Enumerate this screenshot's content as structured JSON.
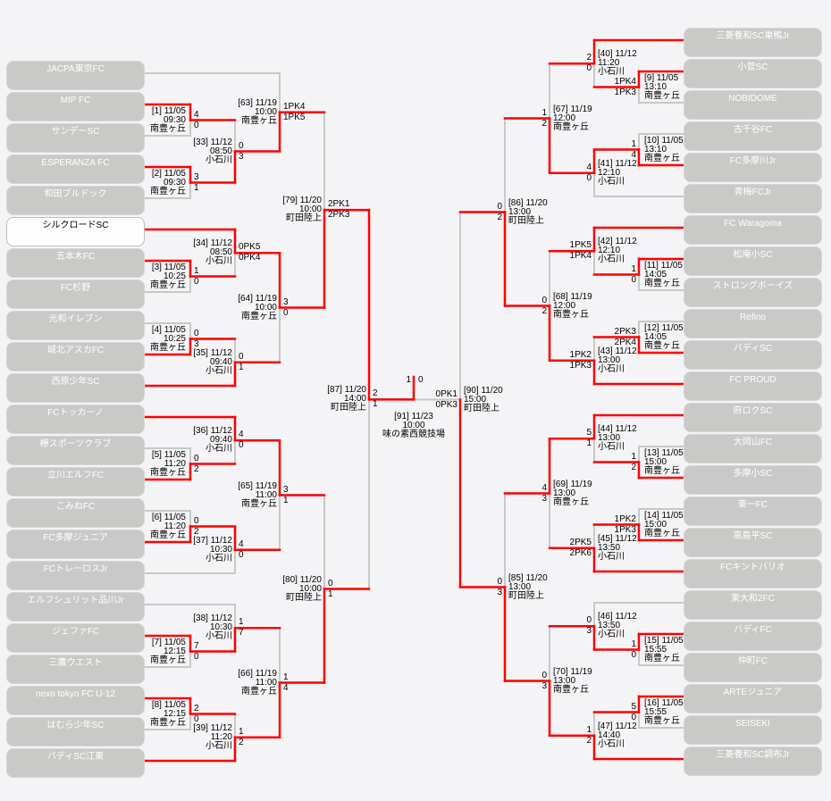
{
  "colors": {
    "winner_line": "#ff0000",
    "loser_line": "#c8c8c8",
    "team_box": "#c9c9c7",
    "highlight_box": "#fdfdfd"
  },
  "teams_left": [
    {
      "name": "JACPA東京FC"
    },
    {
      "name": "MIP FC"
    },
    {
      "name": "サンデーSC"
    },
    {
      "name": "ESPERANZA FC"
    },
    {
      "name": "和田ブルドック"
    },
    {
      "name": "シルクロードSC",
      "highlighted": true
    },
    {
      "name": "五本木FC"
    },
    {
      "name": "FC杉野"
    },
    {
      "name": "光和イレブン"
    },
    {
      "name": "城北アスカFC"
    },
    {
      "name": "西原少年SC"
    },
    {
      "name": "FCトッカーノ"
    },
    {
      "name": "欅スポーツクラブ"
    },
    {
      "name": "立川エルフFC"
    },
    {
      "name": "こみねFC"
    },
    {
      "name": "FC多摩ジュニア"
    },
    {
      "name": "FCトレーロスJr"
    },
    {
      "name": "エルフシュリット品川Jr"
    },
    {
      "name": "ジェファFC"
    },
    {
      "name": "三鷹ウエスト"
    },
    {
      "name": "nexo tokyo FC U-12"
    },
    {
      "name": "はむら少年SC"
    },
    {
      "name": "バディSC江東"
    }
  ],
  "teams_right": [
    {
      "name": "三菱養和SC巣鴨Jr"
    },
    {
      "name": "小菅SC"
    },
    {
      "name": "NOBIDOME"
    },
    {
      "name": "古千谷FC"
    },
    {
      "name": "FC多摩川Jr"
    },
    {
      "name": "青梅FCJr"
    },
    {
      "name": "FC Waragoma"
    },
    {
      "name": "松庵小SC"
    },
    {
      "name": "ストロングボーイズ"
    },
    {
      "name": "Refino"
    },
    {
      "name": "バディSC"
    },
    {
      "name": "FC PROUD"
    },
    {
      "name": "府ロクSC"
    },
    {
      "name": "大岡山FC"
    },
    {
      "name": "多摩小SC"
    },
    {
      "name": "東一FC"
    },
    {
      "name": "高島平SC"
    },
    {
      "name": "FCキントバリオ"
    },
    {
      "name": "東大和2FC"
    },
    {
      "name": "バディFC"
    },
    {
      "name": "仲町FC"
    },
    {
      "name": "ARTEジュニア"
    },
    {
      "name": "SEISEKI"
    },
    {
      "name": "三菱養和SC調布Jr"
    }
  ],
  "matches": [
    {
      "id": "1",
      "side": "left",
      "round": 1,
      "top": "t1",
      "bottom": "t2",
      "date": "11/05",
      "time": "09:30",
      "venue": "南豊ヶ丘",
      "score_top": "4",
      "score_bottom": "0",
      "winner": "top"
    },
    {
      "id": "2",
      "side": "left",
      "round": 1,
      "top": "t3",
      "bottom": "t4",
      "date": "11/05",
      "time": "09:30",
      "venue": "南豊ヶ丘",
      "score_top": "3",
      "score_bottom": "1",
      "winner": "top"
    },
    {
      "id": "33",
      "side": "left",
      "round": 2,
      "top": "m1",
      "bottom": "m2",
      "date": "11/12",
      "time": "08:50",
      "venue": "小石川",
      "score_top": "0",
      "score_bottom": "3",
      "winner": "bottom"
    },
    {
      "id": "63",
      "side": "left",
      "round": 3,
      "top": "t0",
      "bottom": "m33",
      "date": "11/19",
      "time": "10:00",
      "venue": "南豊ヶ丘",
      "score_top": "1PK4",
      "score_bottom": "1PK5",
      "winner": "bottom"
    },
    {
      "id": "3",
      "side": "left",
      "round": 1,
      "top": "t6",
      "bottom": "t7",
      "date": "11/05",
      "time": "10:25",
      "venue": "南豊ヶ丘",
      "score_top": "1",
      "score_bottom": "0",
      "winner": "top"
    },
    {
      "id": "34",
      "side": "left",
      "round": 2,
      "top": "t5",
      "bottom": "m3",
      "date": "11/12",
      "time": "08:50",
      "venue": "小石川",
      "score_top": "0PK5",
      "score_bottom": "0PK4",
      "winner": "top"
    },
    {
      "id": "4",
      "side": "left",
      "round": 1,
      "top": "t8",
      "bottom": "t9",
      "date": "11/05",
      "time": "10:25",
      "venue": "南豊ヶ丘",
      "score_top": "0",
      "score_bottom": "3",
      "winner": "bottom"
    },
    {
      "id": "35",
      "side": "left",
      "round": 2,
      "top": "m4",
      "bottom": "t10",
      "date": "11/12",
      "time": "09:40",
      "venue": "小石川",
      "score_top": "0",
      "score_bottom": "1",
      "winner": "bottom"
    },
    {
      "id": "64",
      "side": "left",
      "round": 3,
      "top": "m34",
      "bottom": "m35",
      "date": "11/19",
      "time": "10:00",
      "venue": "南豊ヶ丘",
      "score_top": "3",
      "score_bottom": "0",
      "winner": "top"
    },
    {
      "id": "79",
      "side": "left",
      "round": 4,
      "top": "m63",
      "bottom": "m64",
      "date": "11/20",
      "time": "10:00",
      "venue": "町田陸上",
      "score_top": "2PK1",
      "score_bottom": "2PK3",
      "winner": "bottom"
    },
    {
      "id": "5",
      "side": "left",
      "round": 1,
      "top": "t12",
      "bottom": "t13",
      "date": "11/05",
      "time": "11:20",
      "venue": "南豊ヶ丘",
      "score_top": "0",
      "score_bottom": "2",
      "winner": "bottom"
    },
    {
      "id": "36",
      "side": "left",
      "round": 2,
      "top": "t11",
      "bottom": "m5",
      "date": "11/12",
      "time": "09:40",
      "venue": "小石川",
      "score_top": "4",
      "score_bottom": "0",
      "winner": "top"
    },
    {
      "id": "6",
      "side": "left",
      "round": 1,
      "top": "t14",
      "bottom": "t15",
      "date": "11/05",
      "time": "11:20",
      "venue": "南豊ヶ丘",
      "score_top": "0",
      "score_bottom": "2",
      "winner": "bottom"
    },
    {
      "id": "37",
      "side": "left",
      "round": 2,
      "top": "m6",
      "bottom": "t16",
      "date": "11/12",
      "time": "10:30",
      "venue": "小石川",
      "score_top": "4",
      "score_bottom": "0",
      "winner": "top"
    },
    {
      "id": "65",
      "side": "left",
      "round": 3,
      "top": "m36",
      "bottom": "m37",
      "date": "11/19",
      "time": "11:00",
      "venue": "南豊ヶ丘",
      "score_top": "3",
      "score_bottom": "1",
      "winner": "top"
    },
    {
      "id": "7",
      "side": "left",
      "round": 1,
      "top": "t18",
      "bottom": "t19",
      "date": "11/05",
      "time": "12:15",
      "venue": "南豊ヶ丘",
      "score_top": "7",
      "score_bottom": "0",
      "winner": "top"
    },
    {
      "id": "38",
      "side": "left",
      "round": 2,
      "top": "t17",
      "bottom": "m7",
      "date": "11/12",
      "time": "10:30",
      "venue": "小石川",
      "score_top": "1",
      "score_bottom": "7",
      "winner": "bottom"
    },
    {
      "id": "8",
      "side": "left",
      "round": 1,
      "top": "t20",
      "bottom": "t21",
      "date": "11/05",
      "time": "12:15",
      "venue": "南豊ヶ丘",
      "score_top": "2",
      "score_bottom": "0",
      "winner": "top"
    },
    {
      "id": "39",
      "side": "left",
      "round": 2,
      "top": "m8",
      "bottom": "t22",
      "date": "11/12",
      "time": "11:20",
      "venue": "小石川",
      "score_top": "1",
      "score_bottom": "2",
      "winner": "bottom"
    },
    {
      "id": "66",
      "side": "left",
      "round": 3,
      "top": "m38",
      "bottom": "m39",
      "date": "11/19",
      "time": "11:00",
      "venue": "南豊ヶ丘",
      "score_top": "1",
      "score_bottom": "4",
      "winner": "bottom"
    },
    {
      "id": "80",
      "side": "left",
      "round": 4,
      "top": "m65",
      "bottom": "m66",
      "date": "11/20",
      "time": "10:00",
      "venue": "町田陸上",
      "score_top": "0",
      "score_bottom": "1",
      "winner": "bottom"
    },
    {
      "id": "87",
      "side": "left",
      "round": 5,
      "top": "m79",
      "bottom": "m80",
      "date": "11/20",
      "time": "14:00",
      "venue": "町田陸上",
      "score_top": "2",
      "score_bottom": "1",
      "winner": "top"
    },
    {
      "id": "9",
      "side": "right",
      "round": 1,
      "top": "t1",
      "bottom": "t2",
      "date": "11/05",
      "time": "13:10",
      "venue": "南豊ヶ丘",
      "score_top": "1PK4",
      "score_bottom": "1PK3",
      "winner": "top"
    },
    {
      "id": "40",
      "side": "right",
      "round": 2,
      "top": "t0",
      "bottom": "m9",
      "date": "11/12",
      "time": "11:20",
      "venue": "小石川",
      "score_top": "2",
      "score_bottom": "0",
      "winner": "top"
    },
    {
      "id": "10",
      "side": "right",
      "round": 1,
      "top": "t3",
      "bottom": "t4",
      "date": "11/05",
      "time": "13:10",
      "venue": "南豊ヶ丘",
      "score_top": "1",
      "score_bottom": "4",
      "winner": "bottom"
    },
    {
      "id": "41",
      "side": "right",
      "round": 2,
      "top": "m10",
      "bottom": "t5",
      "date": "11/12",
      "time": "12:10",
      "venue": "小石川",
      "score_top": "4",
      "score_bottom": "0",
      "winner": "top"
    },
    {
      "id": "67",
      "side": "right",
      "round": 3,
      "top": "m40",
      "bottom": "m41",
      "date": "11/19",
      "time": "12:00",
      "venue": "南豊ヶ丘",
      "score_top": "1",
      "score_bottom": "2",
      "winner": "bottom"
    },
    {
      "id": "11",
      "side": "right",
      "round": 1,
      "top": "t7",
      "bottom": "t8",
      "date": "11/05",
      "time": "14:05",
      "venue": "南豊ヶ丘",
      "score_top": "1",
      "score_bottom": "0",
      "winner": "top"
    },
    {
      "id": "42",
      "side": "right",
      "round": 2,
      "top": "t6",
      "bottom": "m11",
      "date": "11/12",
      "time": "12:10",
      "venue": "小石川",
      "score_top": "1PK5",
      "score_bottom": "1PK4",
      "winner": "top"
    },
    {
      "id": "12",
      "side": "right",
      "round": 1,
      "top": "t9",
      "bottom": "t10",
      "date": "11/05",
      "time": "14:05",
      "venue": "南豊ヶ丘",
      "score_top": "2PK3",
      "score_bottom": "2PK4",
      "winner": "bottom"
    },
    {
      "id": "43",
      "side": "right",
      "round": 2,
      "top": "m12",
      "bottom": "t11",
      "date": "11/12",
      "time": "13:00",
      "venue": "小石川",
      "score_top": "1PK2",
      "score_bottom": "1PK3",
      "winner": "bottom"
    },
    {
      "id": "68",
      "side": "right",
      "round": 3,
      "top": "m42",
      "bottom": "m43",
      "date": "11/19",
      "time": "12:00",
      "venue": "南豊ヶ丘",
      "score_top": "0",
      "score_bottom": "2",
      "winner": "bottom"
    },
    {
      "id": "86",
      "side": "right",
      "round": 4,
      "top": "m67",
      "bottom": "m68",
      "date": "11/20",
      "time": "13:00",
      "venue": "町田陸上",
      "score_top": "0",
      "score_bottom": "2",
      "winner": "bottom"
    },
    {
      "id": "13",
      "side": "right",
      "round": 1,
      "top": "t13",
      "bottom": "t14",
      "date": "11/05",
      "time": "15:00",
      "venue": "南豊ヶ丘",
      "score_top": "1",
      "score_bottom": "2",
      "winner": "bottom"
    },
    {
      "id": "44",
      "side": "right",
      "round": 2,
      "top": "t12",
      "bottom": "m13",
      "date": "11/12",
      "time": "13:00",
      "venue": "小石川",
      "score_top": "5",
      "score_bottom": "1",
      "winner": "top"
    },
    {
      "id": "14",
      "side": "right",
      "round": 1,
      "top": "t15",
      "bottom": "t16",
      "date": "11/05",
      "time": "15:00",
      "venue": "南豊ヶ丘",
      "score_top": "1PK2",
      "score_bottom": "1PK3",
      "winner": "bottom"
    },
    {
      "id": "45",
      "side": "right",
      "round": 2,
      "top": "m14",
      "bottom": "t17",
      "date": "11/12",
      "time": "13:50",
      "venue": "小石川",
      "score_top": "2PK5",
      "score_bottom": "2PK6",
      "winner": "bottom"
    },
    {
      "id": "69",
      "side": "right",
      "round": 3,
      "top": "m44",
      "bottom": "m45",
      "date": "11/19",
      "time": "13:00",
      "venue": "南豊ヶ丘",
      "score_top": "4",
      "score_bottom": "3",
      "winner": "top"
    },
    {
      "id": "15",
      "side": "right",
      "round": 1,
      "top": "t19",
      "bottom": "t20",
      "date": "11/05",
      "time": "15:55",
      "venue": "南豊ヶ丘",
      "score_top": "1",
      "score_bottom": "0",
      "winner": "top"
    },
    {
      "id": "46",
      "side": "right",
      "round": 2,
      "top": "t18",
      "bottom": "m15",
      "date": "11/12",
      "time": "13:50",
      "venue": "小石川",
      "score_top": "0",
      "score_bottom": "3",
      "winner": "bottom"
    },
    {
      "id": "16",
      "side": "right",
      "round": 1,
      "top": "t21",
      "bottom": "t22",
      "date": "11/05",
      "time": "15:55",
      "venue": "南豊ヶ丘",
      "score_top": "5",
      "score_bottom": "0",
      "winner": "top"
    },
    {
      "id": "47",
      "side": "right",
      "round": 2,
      "top": "m16",
      "bottom": "t23",
      "date": "11/12",
      "time": "14:40",
      "venue": "小石川",
      "score_top": "1",
      "score_bottom": "2",
      "winner": "bottom"
    },
    {
      "id": "70",
      "side": "right",
      "round": 3,
      "top": "m46",
      "bottom": "m47",
      "date": "11/19",
      "time": "13:00",
      "venue": "南豊ヶ丘",
      "score_top": "0",
      "score_bottom": "3",
      "winner": "bottom"
    },
    {
      "id": "85",
      "side": "right",
      "round": 4,
      "top": "m69",
      "bottom": "m70",
      "date": "11/20",
      "time": "13:00",
      "venue": "町田陸上",
      "score_top": "0",
      "score_bottom": "3",
      "winner": "bottom"
    },
    {
      "id": "90",
      "side": "right",
      "round": 5,
      "top": "m86",
      "bottom": "m85",
      "date": "11/20",
      "time": "15:00",
      "venue": "町田陸上",
      "score_top": "0PK1",
      "score_bottom": "0PK3",
      "winner": "bottom"
    }
  ],
  "final": {
    "id": "91",
    "left": "m87",
    "right": "m90",
    "date": "11/23",
    "time": "10:00",
    "venue": "味の素西競技場",
    "score_left": "1",
    "score_right": "0",
    "winner": "left"
  }
}
